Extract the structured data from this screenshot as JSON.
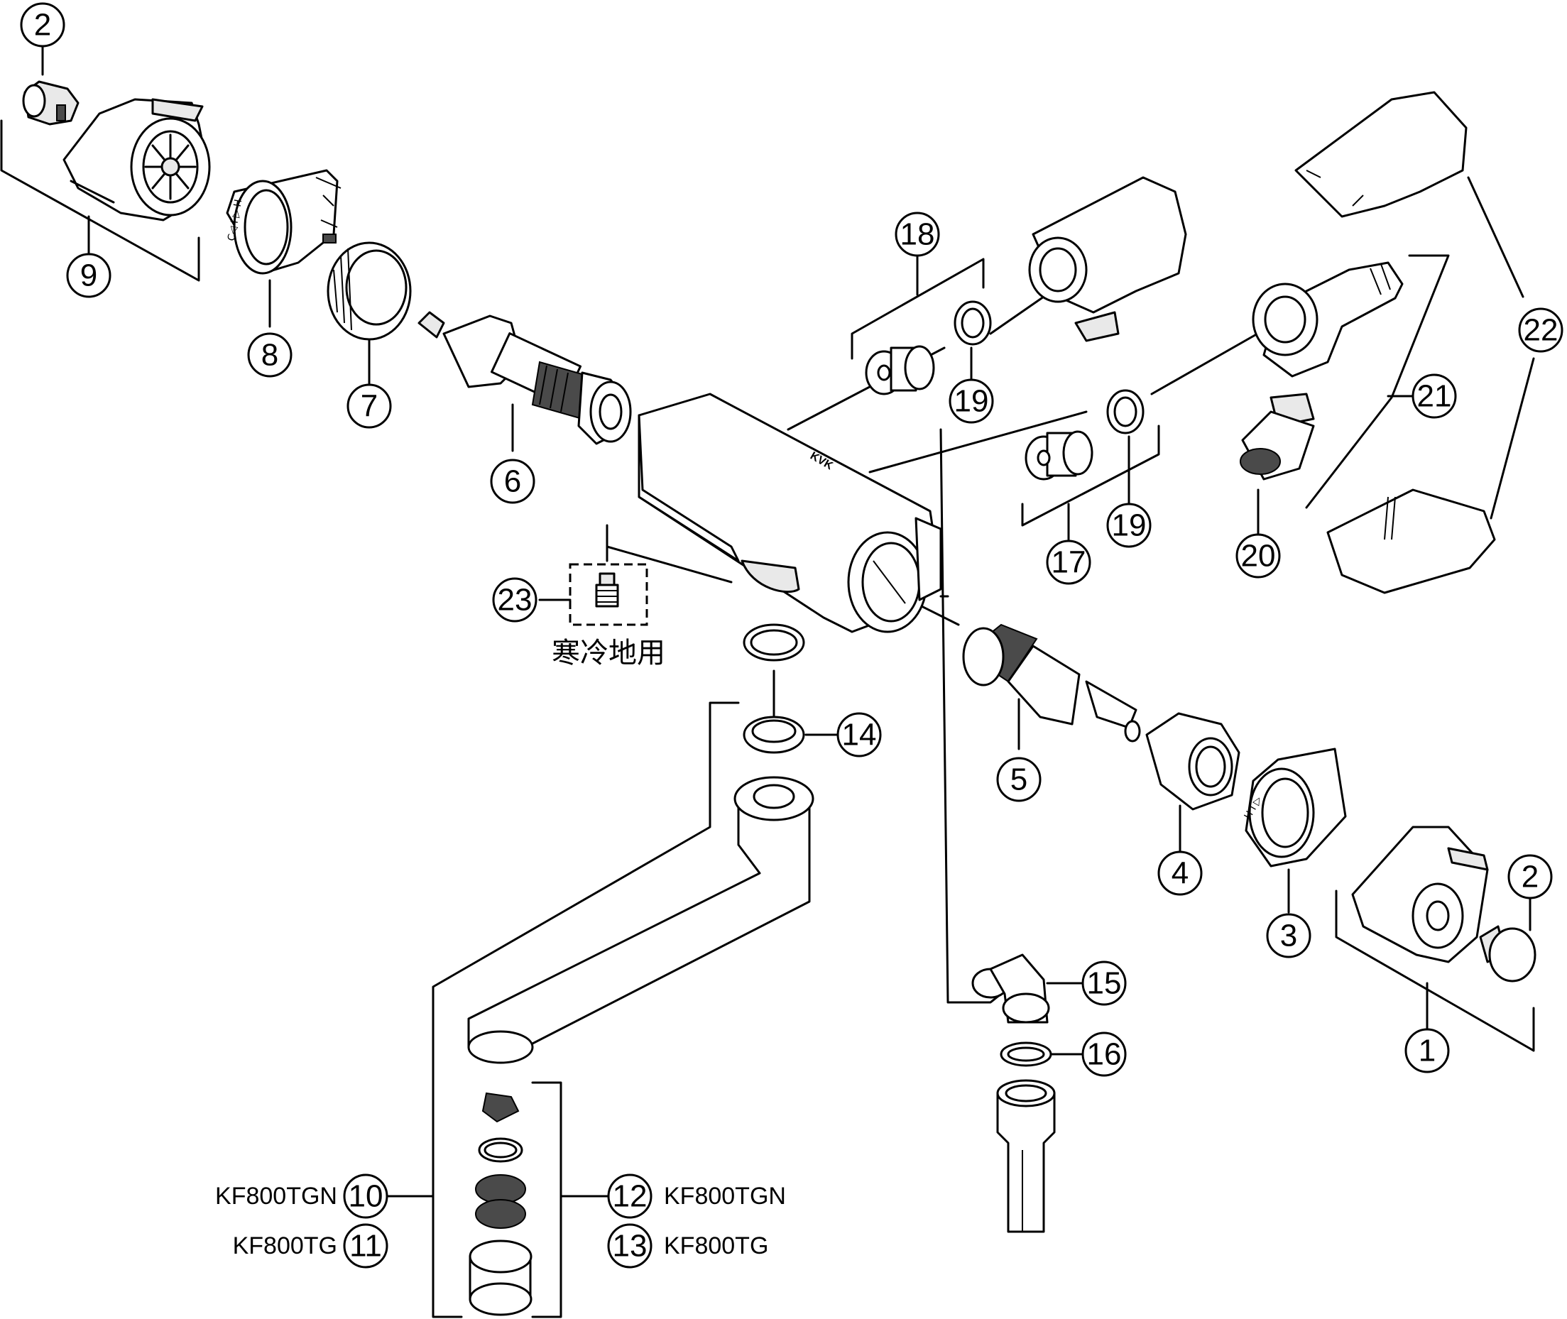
{
  "callouts": {
    "c1": "1",
    "c2a": "2",
    "c2b": "2",
    "c3": "3",
    "c4": "4",
    "c5": "5",
    "c6": "6",
    "c7": "7",
    "c8": "8",
    "c9": "9",
    "c10": "10",
    "c11": "11",
    "c12": "12",
    "c13": "13",
    "c14": "14",
    "c15": "15",
    "c16": "16",
    "c17": "17",
    "c18": "18",
    "c19a": "19",
    "c19b": "19",
    "c20": "20",
    "c21": "21",
    "c22": "22",
    "c23": "23"
  },
  "models": {
    "left_top": "KF800TGN",
    "left_bottom": "KF800TG",
    "right_top": "KF800TGN",
    "right_bottom": "KF800TG"
  },
  "notes": {
    "cold_region": "寒冷地用"
  },
  "brand": "KVK"
}
